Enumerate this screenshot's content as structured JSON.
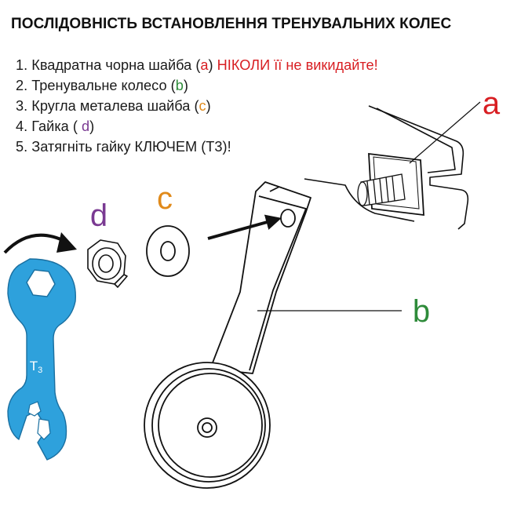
{
  "title": "ПОСЛІДОВНІСТЬ ВСТАНОВЛЕННЯ ТРЕНУВАЛЬНИХ КОЛЕС",
  "steps": [
    {
      "pre": "1. Квадратна чорна шайба (",
      "letter": "a",
      "post": ") ",
      "warning": "НІКОЛИ її не викидайте!"
    },
    {
      "pre": "2. Тренувальне колесо (",
      "letter": "b",
      "post": ")"
    },
    {
      "pre": "3. Кругла металева шайба (",
      "letter": "c",
      "post": ")"
    },
    {
      "pre": "4. Гайка ( ",
      "letter": "d",
      "post": ")"
    },
    {
      "text": "5. Затягніть гайку КЛЮЧЕМ (Т3)!"
    }
  ],
  "labels": {
    "a": "a",
    "b": "b",
    "c": "c",
    "d": "d"
  },
  "wrench_label": {
    "main": "T",
    "sub": "3"
  },
  "colors": {
    "a": "#d81e22",
    "b": "#2e8b3a",
    "c": "#e08a1b",
    "d": "#7a3a92",
    "wrench": "#2ea1dc",
    "warning": "#d81e22"
  }
}
